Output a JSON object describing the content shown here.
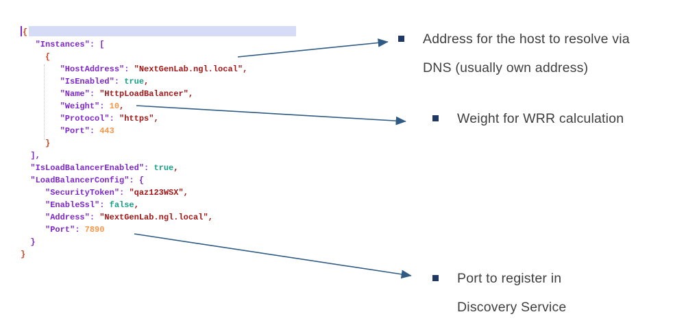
{
  "colors": {
    "key": "#7D26CD",
    "string": "#A31515",
    "boolean": "#16A085",
    "number": "#F79646",
    "brace_highlight": "#D0421B",
    "comma": "#A31515",
    "selection": "#D6DCF5",
    "cursor": "#7D26CD",
    "indent_guide": "#C0C0C0",
    "arrow": "#2E5A84",
    "bullet": "#1F3864",
    "annotation_text": "#3E3E3E"
  },
  "code": {
    "language": "json",
    "lines": [
      {
        "cursor": true,
        "selection": true,
        "tokens": [
          [
            "brace",
            "{"
          ]
        ]
      },
      {
        "tokens": [
          [
            "key",
            "   \"Instances\": ["
          ]
        ]
      },
      {
        "tokens": [
          [
            "brace",
            "     {"
          ]
        ]
      },
      {
        "tokens": [
          [
            "key",
            "        \"HostAddress\": "
          ],
          [
            "str",
            "\"NextGenLab.ngl.local\""
          ],
          [
            "comma",
            ","
          ]
        ]
      },
      {
        "tokens": [
          [
            "key",
            "        \"IsEnabled\": "
          ],
          [
            "bool",
            "true"
          ],
          [
            "comma",
            ","
          ]
        ]
      },
      {
        "tokens": [
          [
            "key",
            "        \"Name\": "
          ],
          [
            "str",
            "\"HttpLoadBalancer\""
          ],
          [
            "comma",
            ","
          ]
        ]
      },
      {
        "tokens": [
          [
            "key",
            "        \"Weight\": "
          ],
          [
            "num",
            "10"
          ],
          [
            "comma",
            ","
          ]
        ]
      },
      {
        "tokens": [
          [
            "key",
            "        \"Protocol\": "
          ],
          [
            "str",
            "\"https\""
          ],
          [
            "comma",
            ","
          ]
        ]
      },
      {
        "tokens": [
          [
            "key",
            "        \"Port\": "
          ],
          [
            "num",
            "443"
          ]
        ]
      },
      {
        "tokens": [
          [
            "brace",
            "     }"
          ]
        ]
      },
      {
        "tokens": [
          [
            "key",
            "  ],"
          ]
        ]
      },
      {
        "tokens": [
          [
            "key",
            "  \"IsLoadBalancerEnabled\": "
          ],
          [
            "bool",
            "true"
          ],
          [
            "comma",
            ","
          ]
        ]
      },
      {
        "tokens": [
          [
            "key",
            "  \"LoadBalancerConfig\": {"
          ]
        ]
      },
      {
        "tokens": [
          [
            "key",
            "     \"SecurityToken\": "
          ],
          [
            "str",
            "\"qaz123WSX\""
          ],
          [
            "comma",
            ","
          ]
        ]
      },
      {
        "tokens": [
          [
            "key",
            "     \"EnableSsl\": "
          ],
          [
            "bool",
            "false"
          ],
          [
            "comma",
            ","
          ]
        ]
      },
      {
        "tokens": [
          [
            "key",
            "     \"Address\": "
          ],
          [
            "str",
            "\"NextGenLab.ngl.local\""
          ],
          [
            "comma",
            ","
          ]
        ]
      },
      {
        "tokens": [
          [
            "key",
            "     \"Port\": "
          ],
          [
            "num",
            "7890"
          ]
        ]
      },
      {
        "tokens": [
          [
            "key",
            "  }"
          ]
        ]
      },
      {
        "tokens": [
          [
            "brace",
            "}"
          ]
        ]
      }
    ]
  },
  "annotations": [
    {
      "text": "Address for the host to resolve via DNS (usually own address)"
    },
    {
      "text": "Weight for WRR calculation"
    },
    {
      "text": "Port to register in Discovery Service"
    }
  ]
}
